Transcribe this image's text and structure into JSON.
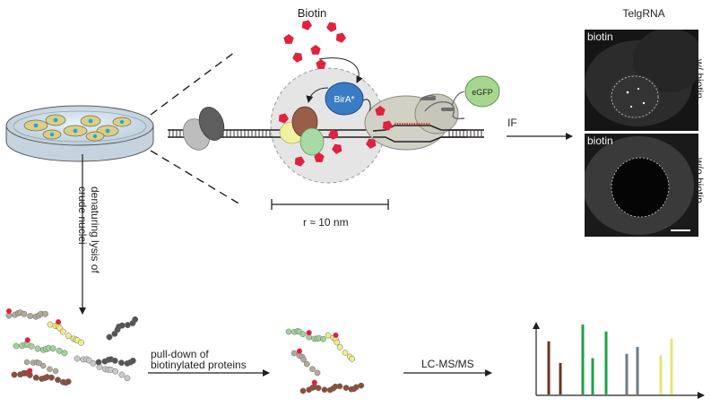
{
  "top_label": "Biotin",
  "birA_label": "BirA*",
  "egfp_label": "eGFP",
  "radius_label": "r ≈ 10 nm",
  "if_label": "IF",
  "telg_label": "TelgRNA",
  "panels": [
    {
      "tag": "biotin",
      "side": "w/ biotin"
    },
    {
      "tag": "biotin",
      "side": "w/o biotin"
    }
  ],
  "lysis_line1": "denaturing lysis of",
  "lysis_line2": "crude nuclei",
  "pulldown_line1": "pull-down of",
  "pulldown_line2": "biotinylated proteins",
  "lcms_label": "LC-MS/MS",
  "spectrum": [
    {
      "color": "#6b3424",
      "value": 0.76
    },
    {
      "color": "#6b3424",
      "value": 0.45
    },
    {
      "color": "#1ea24a",
      "value": 1.0
    },
    {
      "color": "#1ea24a",
      "value": 0.52
    },
    {
      "color": "#1ea24a",
      "value": 0.9
    },
    {
      "color": "#6e7c88",
      "value": 0.58
    },
    {
      "color": "#6e7c88",
      "value": 0.68
    },
    {
      "color": "#e6e67a",
      "value": 0.56
    },
    {
      "color": "#e6e67a",
      "value": 0.8
    }
  ],
  "colors": {
    "biotin": "#e0223f",
    "birA": "#2f6fb8",
    "egfp": "#a7d78f",
    "chain_green": "#9fd39a",
    "chain_yellow": "#eeee8a",
    "chain_brown": "#8c4e39",
    "chain_grey": "#c9c9c9",
    "chain_taupe": "#b1ab9b",
    "chain_dark": "#555555"
  }
}
